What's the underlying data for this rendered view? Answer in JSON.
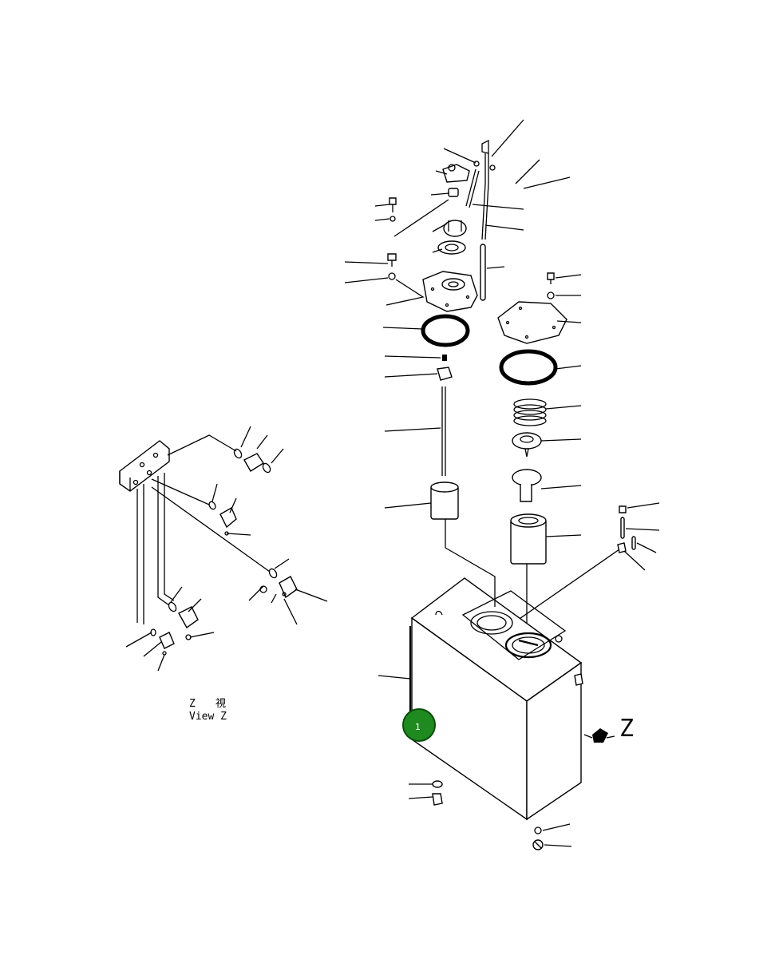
{
  "view_label": {
    "line1_left": "Z",
    "line1_right": "視",
    "line2": "View Z"
  },
  "view_marker": "Z",
  "callouts": [
    {
      "number": "1",
      "color": "#1f8a1f",
      "border": "#0b4d0b"
    }
  ]
}
